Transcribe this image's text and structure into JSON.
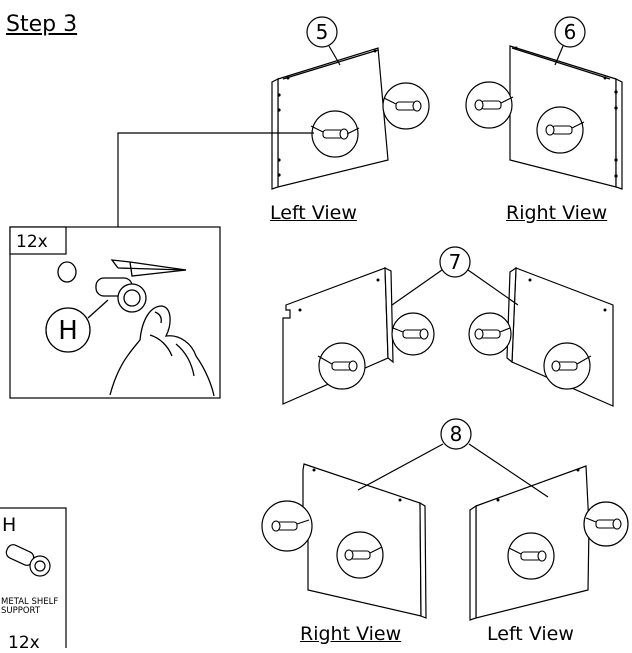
{
  "step_title": "Step 3",
  "callouts": [
    "5",
    "6",
    "7",
    "8"
  ],
  "views": {
    "left_view_top": "Left View",
    "right_view_top": "Right View",
    "right_view_bottom": "Right View",
    "left_view_bottom": "Left View"
  },
  "detail": {
    "quantity": "12x",
    "part_letter": "H"
  },
  "parts_box": {
    "letter": "H",
    "name": "METAL SHELF SUPPORT",
    "quantity": "12x"
  }
}
